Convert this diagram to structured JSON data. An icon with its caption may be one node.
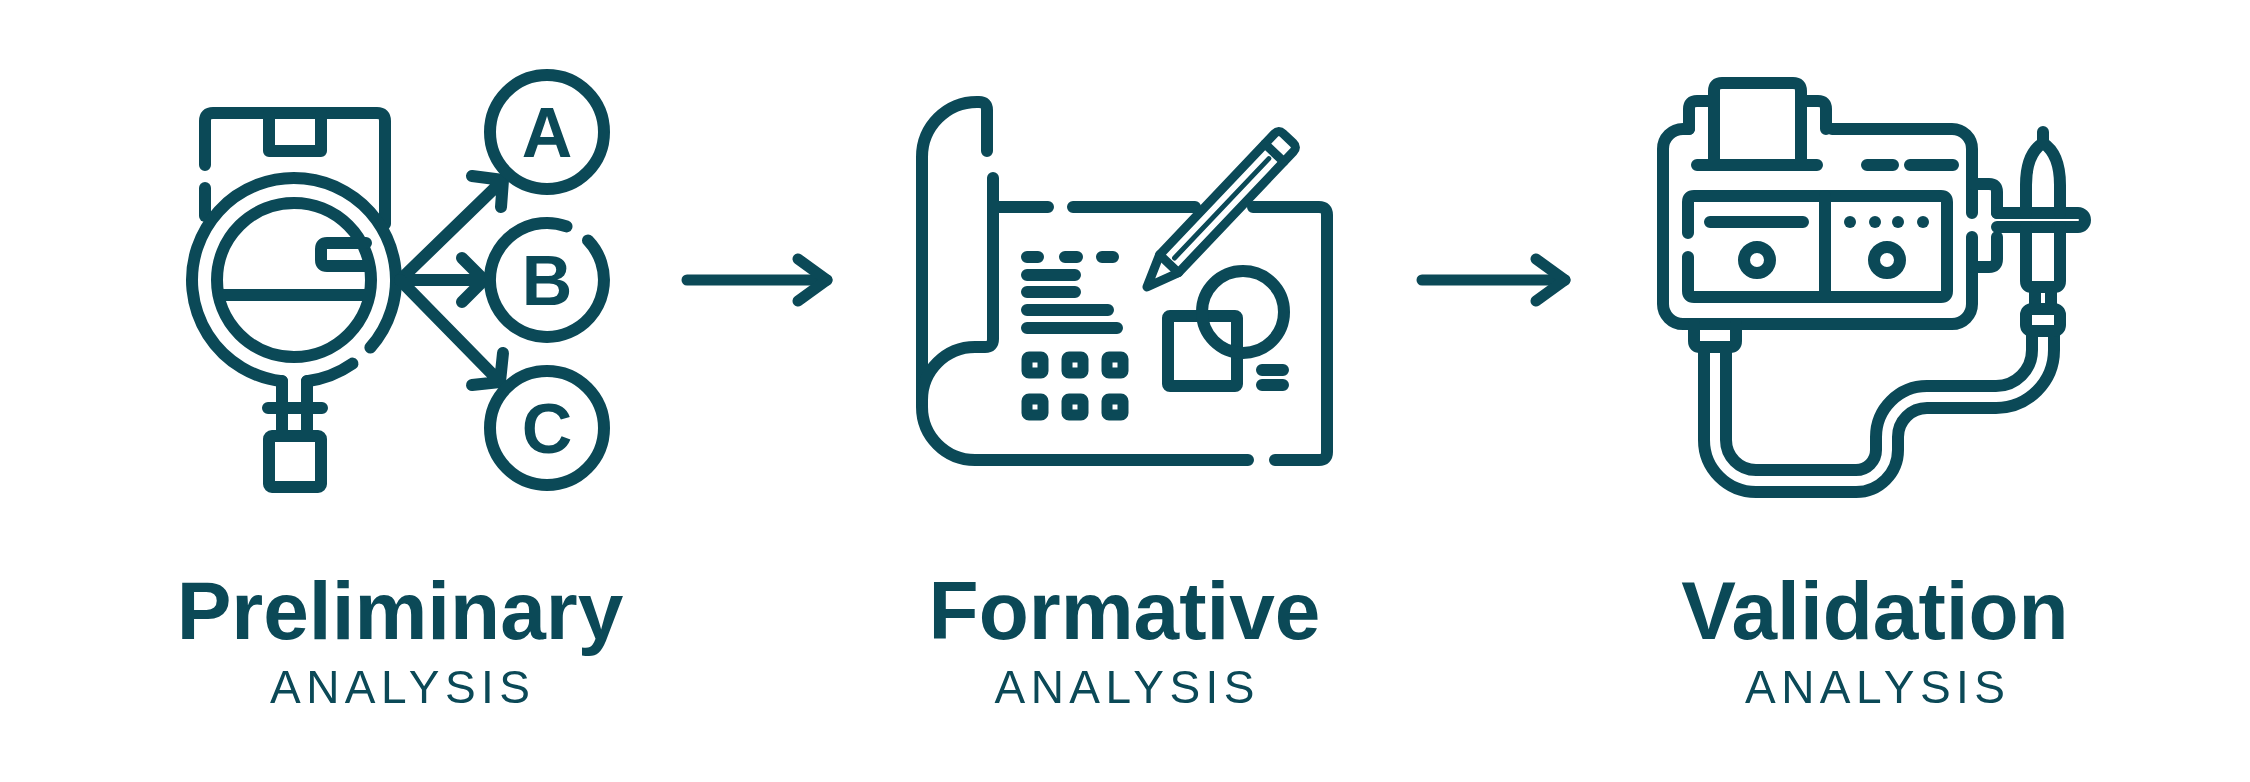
{
  "diagram": {
    "nodes": [
      {
        "text": [
          "Preliminary",
          "ANALYSIS"
        ]
      },
      {
        "text": [
          "Formative",
          "ANALYSIS"
        ]
      },
      {
        "text": [
          "Validation",
          "ANALYSIS"
        ]
      }
    ],
    "edges": [
      {
        "from": 0,
        "to": 1,
        "arrow": "to"
      },
      {
        "from": 1,
        "to": 2,
        "arrow": "to"
      }
    ],
    "labels": [
      "A",
      "B",
      "C"
    ]
  }
}
